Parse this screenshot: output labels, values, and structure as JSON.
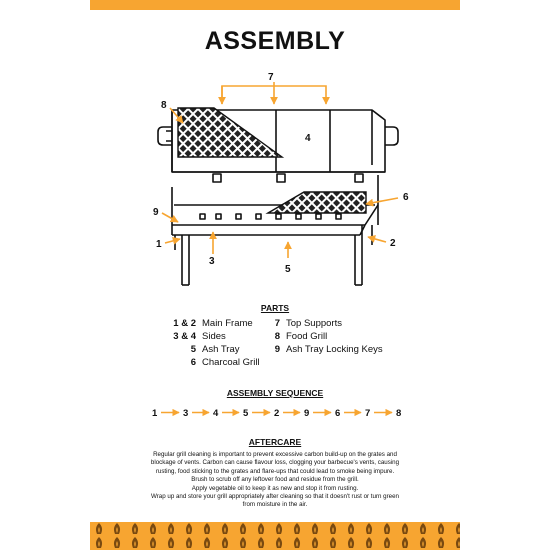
{
  "title": "ASSEMBLY",
  "diagram": {
    "callouts": [
      "1",
      "2",
      "3",
      "4",
      "5",
      "6",
      "7",
      "8",
      "9"
    ]
  },
  "parts": {
    "heading": "PARTS",
    "left": [
      {
        "num": "1 & 2",
        "name": "Main Frame"
      },
      {
        "num": "3 & 4",
        "name": "Sides"
      },
      {
        "num": "5",
        "name": "Ash Tray"
      },
      {
        "num": "6",
        "name": "Charcoal Grill"
      }
    ],
    "right": [
      {
        "num": "7",
        "name": "Top Supports"
      },
      {
        "num": "8",
        "name": "Food Grill"
      },
      {
        "num": "9",
        "name": "Ash Tray Locking Keys"
      }
    ]
  },
  "sequence": {
    "heading": "ASSEMBLY SEQUENCE",
    "steps": [
      "1",
      "3",
      "4",
      "5",
      "2",
      "9",
      "6",
      "7",
      "8"
    ]
  },
  "aftercare": {
    "heading": "AFTERCARE",
    "lines": [
      "Regular grill cleaning is important to prevent excessive carbon build-up on the grates and",
      "blockage of vents. Carbon can cause flavour loss, clogging your barbecue's vents, causing",
      "rusting, food sticking to the grates and flare-ups that could lead to smoke being impure.",
      "Brush to scrub off any leftover food and residue from the grill.",
      "Apply vegetable oil to keep it as new and stop it from rusting.",
      "Wrap up and store your grill appropriately after cleaning so that it doesn't rust or turn green",
      "from moisture in the air."
    ]
  },
  "colors": {
    "accent": "#f7a531",
    "ink": "#111111",
    "pattern": "#7a4a10"
  }
}
